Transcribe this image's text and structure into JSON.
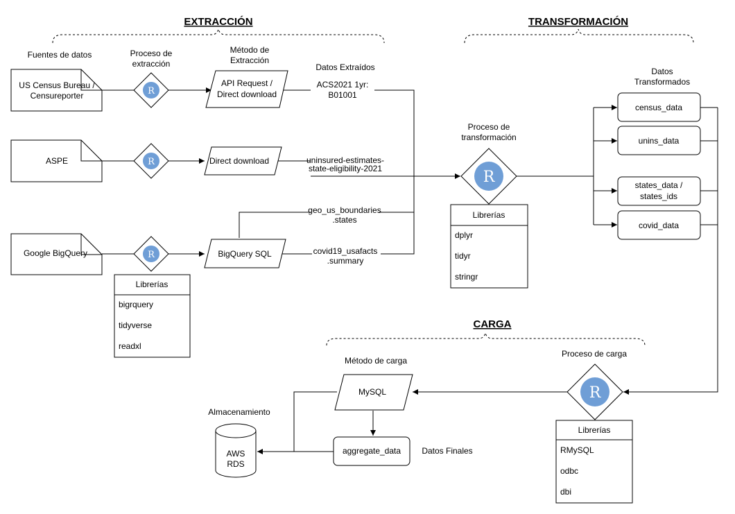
{
  "headings": {
    "extraction": "EXTRACCIÓN",
    "transformation": "TRANSFORMACIÓN",
    "load": "CARGA"
  },
  "column_labels": {
    "sources": "Fuentes de datos",
    "extraction_process": [
      "Proceso de",
      "extracción"
    ],
    "extraction_method": [
      "Método de",
      "Extracción"
    ],
    "extracted_data": "Datos Extraídos",
    "transformation_process": [
      "Proceso de",
      "transformación"
    ],
    "transformed_data": [
      "Datos",
      "Transformados"
    ],
    "load_process": "Proceso de carga",
    "load_method": "Método de carga",
    "storage": "Almacenamiento",
    "final_data": "Datos Finales"
  },
  "sources": [
    [
      "US Census Bureau /",
      "Censureporter"
    ],
    [
      "ASPE"
    ],
    [
      "Google BigQuery"
    ]
  ],
  "r_logo_text": "R",
  "methods": [
    [
      "API Request /",
      "Direct download"
    ],
    [
      "Direct download"
    ],
    [
      "BigQuery SQL"
    ]
  ],
  "extracted": [
    [
      "ACS2021 1yr:",
      "B01001"
    ],
    [
      "uninsured-estimates-",
      "state-eligibility-2021"
    ],
    [
      "geo_us_boundaries",
      ".states"
    ],
    [
      "covid19_usafacts",
      ".summary"
    ]
  ],
  "libraries": {
    "title": "Librerías",
    "extraction": [
      "bigrquery",
      "tidyverse",
      "readxl"
    ],
    "transformation": [
      "dplyr",
      "tidyr",
      "stringr"
    ],
    "load": [
      "RMySQL",
      "odbc",
      "dbi"
    ]
  },
  "transformed": [
    [
      "census_data"
    ],
    [
      "unins_data"
    ],
    [
      "states_data /",
      "states_ids"
    ],
    [
      "covid_data"
    ]
  ],
  "load": {
    "method": "MySQL",
    "aggregate": "aggregate_data",
    "storage": [
      "AWS",
      "RDS"
    ]
  }
}
